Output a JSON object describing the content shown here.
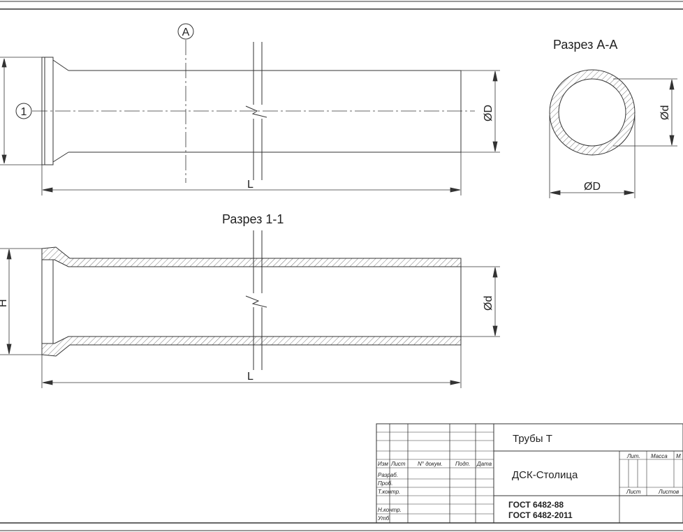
{
  "labels": {
    "marker_a": "A",
    "marker_1": "1",
    "section_aa": "Разрез А-А",
    "section_11": "Разрез 1-1",
    "dim_L_top": "L",
    "dim_L_bottom": "L",
    "dim_D_side": "ØD",
    "dim_d_circle": "Ød",
    "dim_D_circle": "ØD",
    "dim_d_section": "Ød",
    "dim_H": "H"
  },
  "title_block": {
    "columns": [
      "Изм",
      "Лист",
      "N° докум.",
      "Подп.",
      "Дата"
    ],
    "roles": [
      "Разраб.",
      "Проб.",
      "Т.контр.",
      "Н.контр.",
      "Утб."
    ],
    "product": "Трубы Т",
    "organization": "ДСК-Столица",
    "standard_1": "ГОСТ 6482-88",
    "standard_2": "ГОСТ 6482-2011",
    "lit": "Лит.",
    "mass": "Масса",
    "scale": "М",
    "sheet": "Лист",
    "sheets": "Листов"
  }
}
